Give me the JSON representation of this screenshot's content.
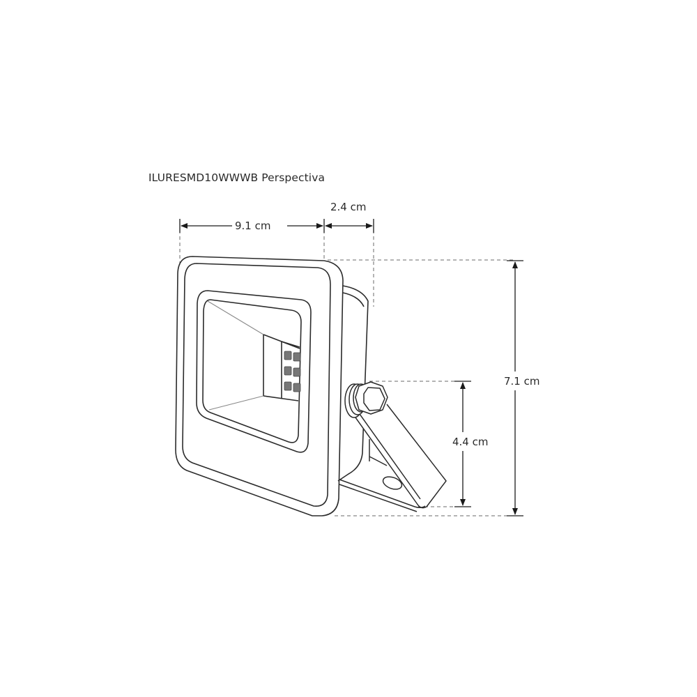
{
  "title": "ILURESMD10WWWB Perspectiva",
  "dimensions": {
    "width": {
      "label": "9.1 cm",
      "value": 9.1,
      "unit": "cm"
    },
    "depth": {
      "label": "2.4 cm",
      "value": 2.4,
      "unit": "cm"
    },
    "height": {
      "label": "7.1 cm",
      "value": 7.1,
      "unit": "cm"
    },
    "bracket_height": {
      "label": "4.4 cm",
      "value": 4.4,
      "unit": "cm"
    }
  },
  "drawing": {
    "subject": "LED floodlight with mounting bracket",
    "view": "perspective",
    "led_chip_count": 6,
    "line_color": "#2b2b2b",
    "dash_color": "#6a6a6a",
    "chip_color": "#777777"
  }
}
